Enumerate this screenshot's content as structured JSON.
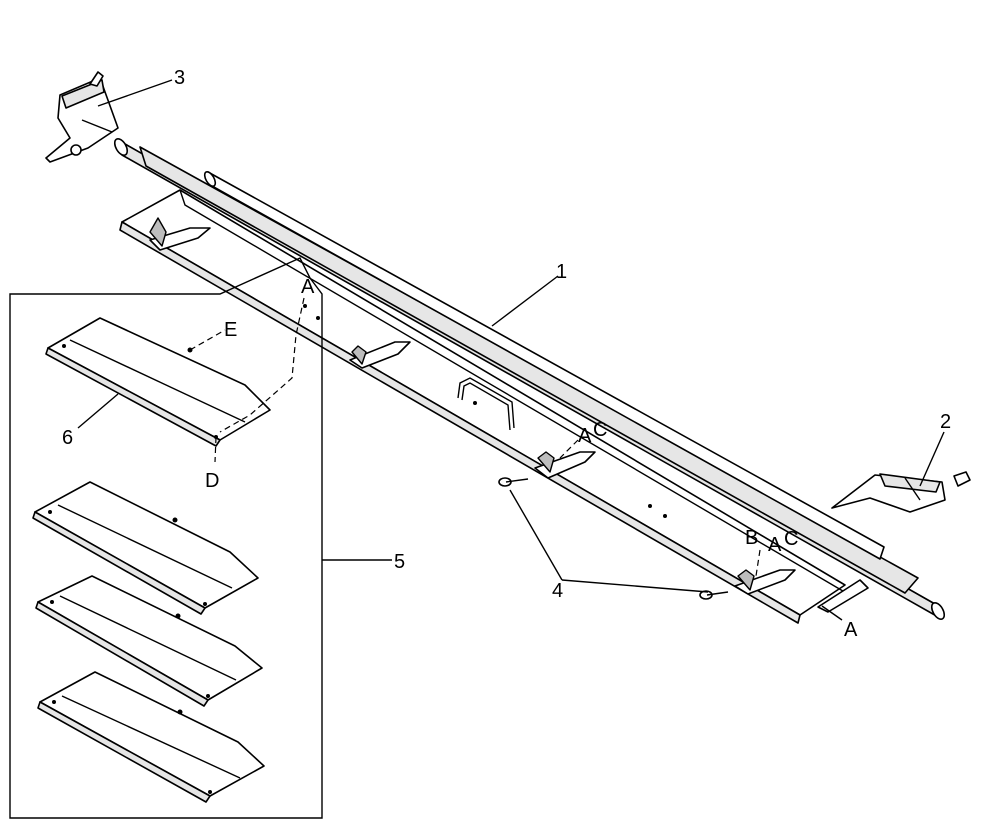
{
  "callouts": {
    "item1": "1",
    "item2": "2",
    "item3": "3",
    "item4": "4",
    "item5": "5",
    "item6": "6"
  },
  "letters": {
    "a_top": "A",
    "ac_mid_a": "A",
    "ac_mid_c": "C",
    "b_right": "B",
    "ac_right_a": "A",
    "ac_right_c": "C",
    "a_bottom": "A",
    "e_detail": "E",
    "d_detail": "D"
  }
}
